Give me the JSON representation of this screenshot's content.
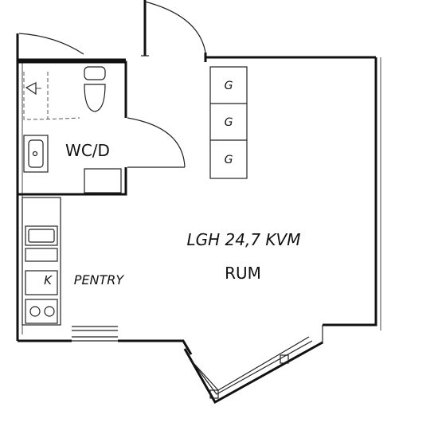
{
  "plan": {
    "area_label": "LGH 24,7 KVM",
    "room_label": "RUM",
    "wc_label": "WC/D",
    "kitchen_label": "PENTRY",
    "k_symbol": "K",
    "wardrobe_symbols": [
      "G",
      "G",
      "G"
    ]
  }
}
